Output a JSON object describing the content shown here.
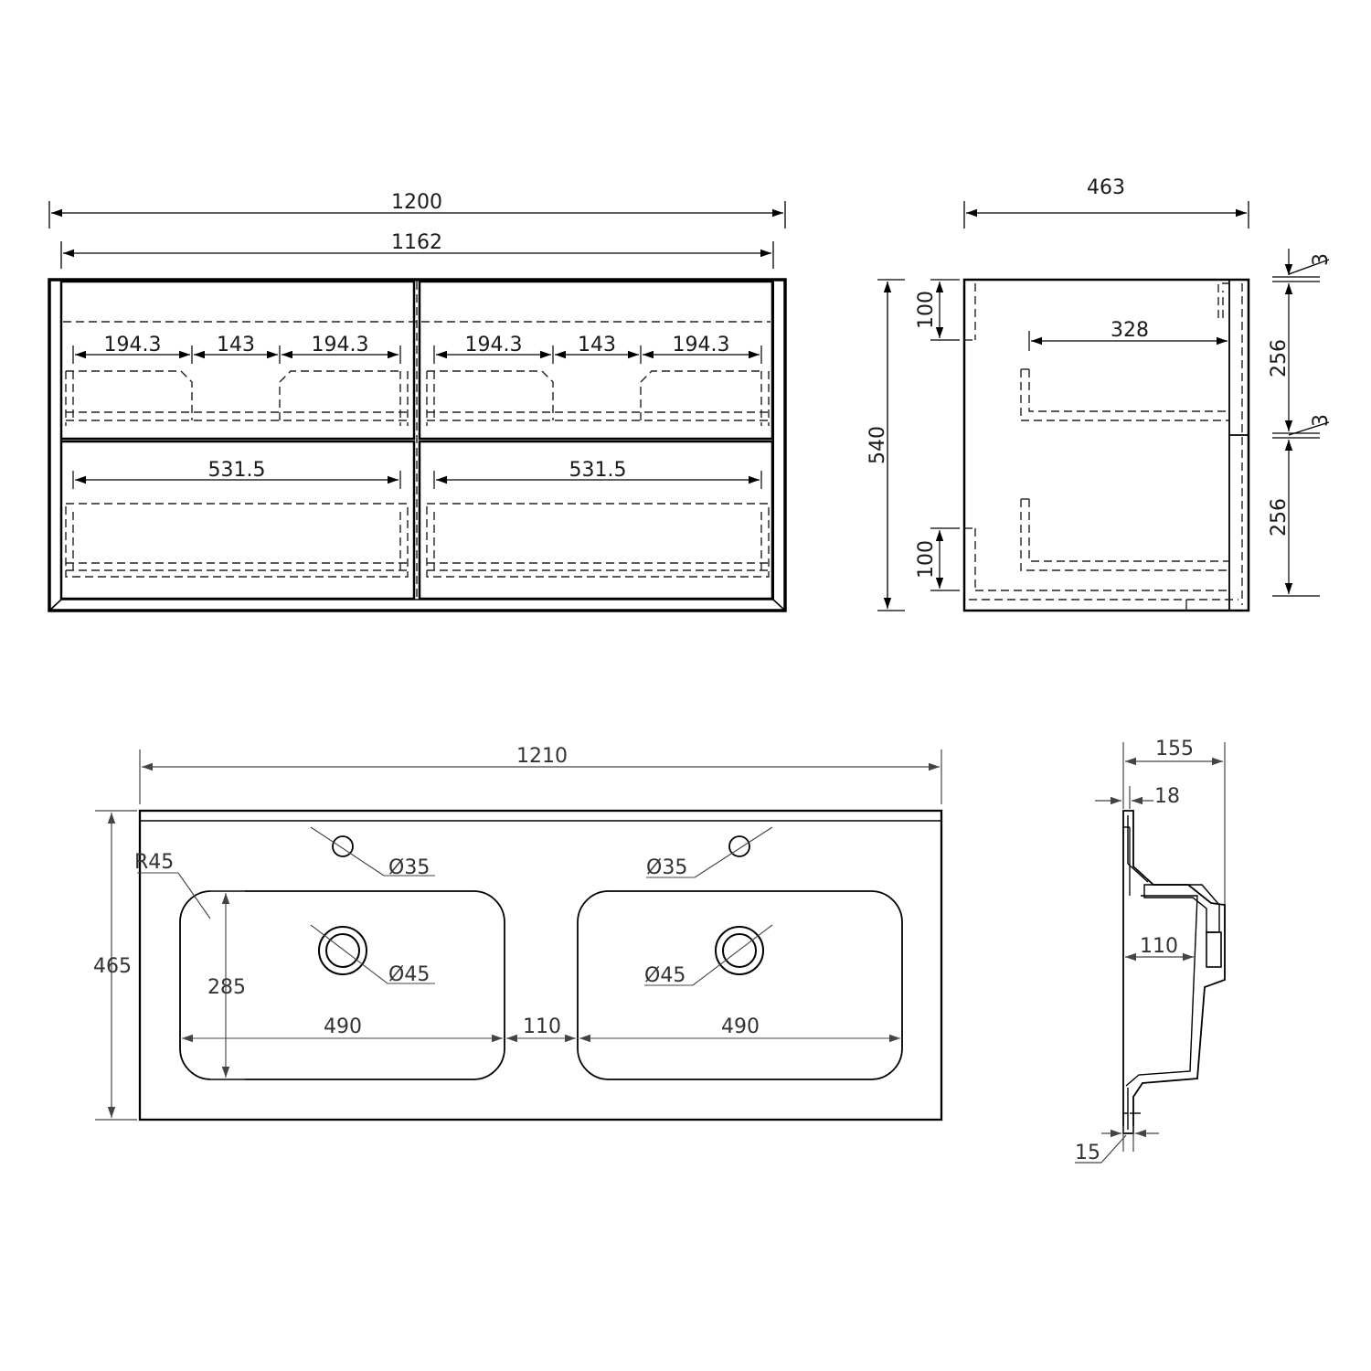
{
  "cabinet_front": {
    "overall_width": "1200",
    "inner_width": "1162",
    "left_drawer_spacing": [
      "194.3",
      "143",
      "194.3"
    ],
    "right_drawer_spacing": [
      "194.3",
      "143",
      "194.3"
    ],
    "lower_left_drawer": "531.5",
    "lower_right_drawer": "531.5"
  },
  "cabinet_side": {
    "depth": "463",
    "height": "540",
    "top_recess": "100",
    "bottom_recess": "100",
    "runner_length": "328",
    "top_gap": "3",
    "drawer_front_upper": "256",
    "middle_gap": "3",
    "drawer_front_lower": "256"
  },
  "basin_top": {
    "overall_width": "1210",
    "overall_depth": "465",
    "corner_radius": "R45",
    "tap_hole_left": "Ø35",
    "tap_hole_right": "Ø35",
    "waste_left": "Ø45",
    "waste_right": "Ø45",
    "bowl_depth": "285",
    "bowl_width_left": "490",
    "bowl_gap": "110",
    "bowl_width_right": "490"
  },
  "basin_section": {
    "overall_height": "155",
    "rim_thickness": "18",
    "bowl_inset": "110",
    "lip": "15"
  }
}
